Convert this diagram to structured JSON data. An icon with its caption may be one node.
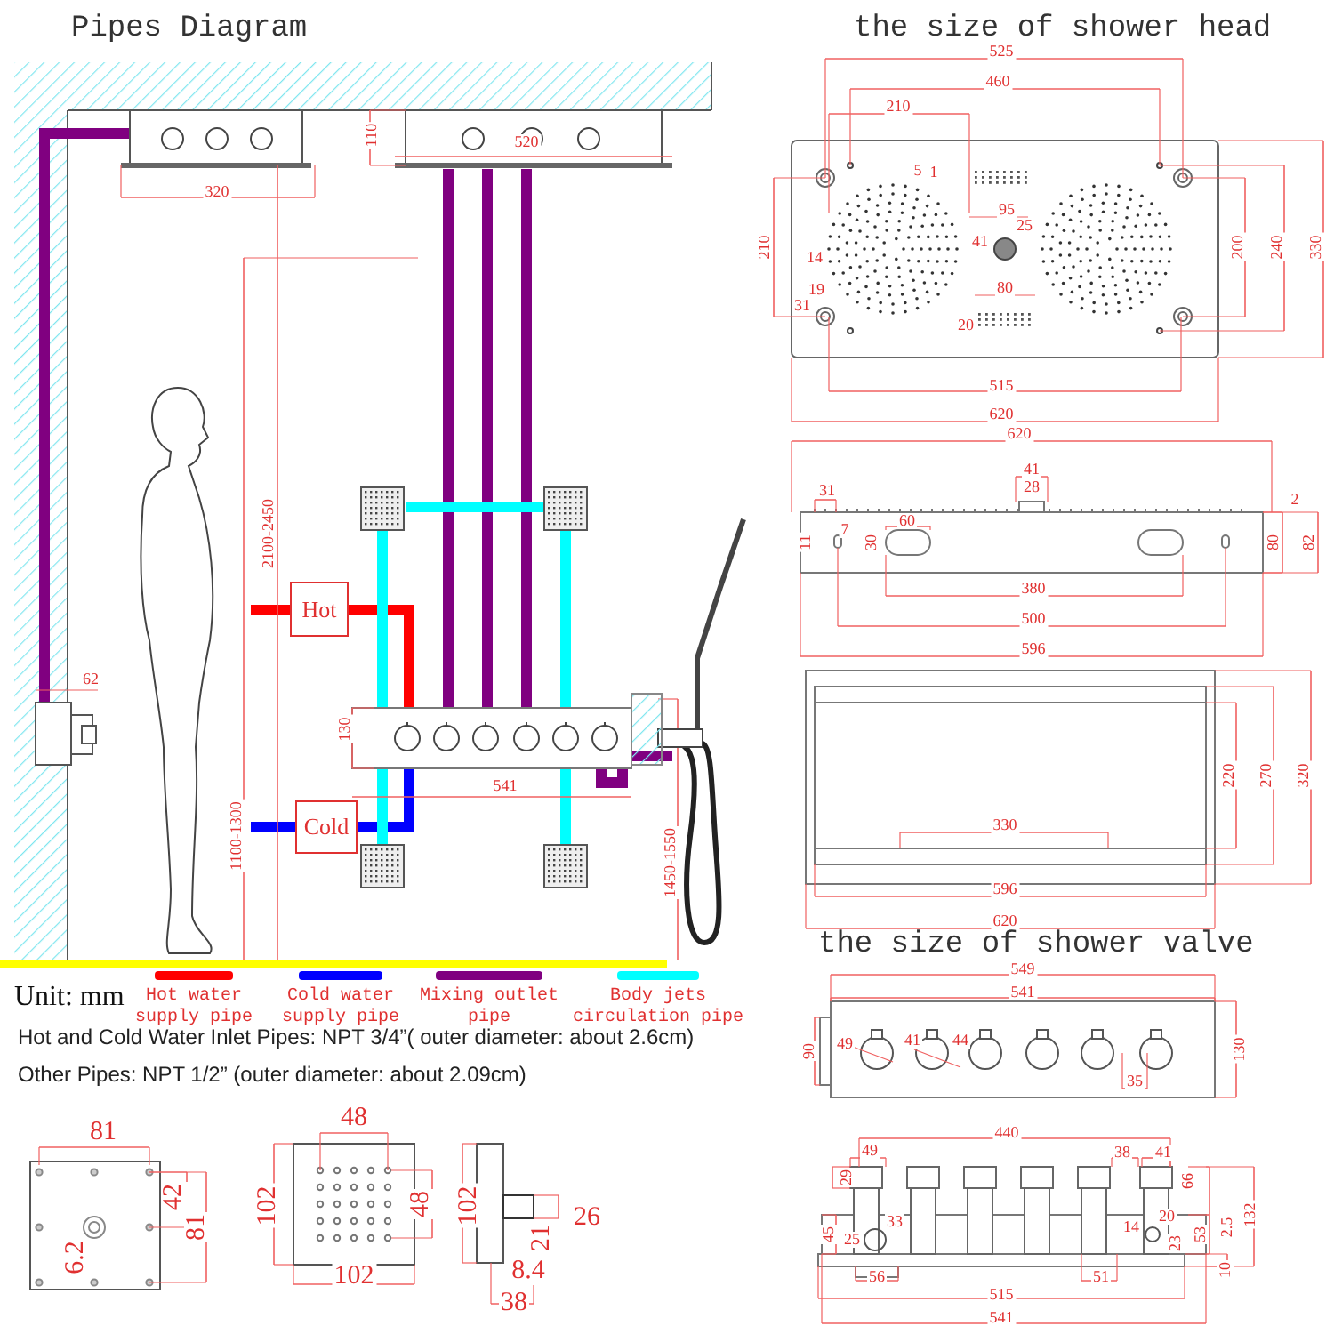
{
  "diagram": {
    "title": "Pipes Diagram",
    "nodes": [
      {
        "text": [
          "Hot"
        ]
      },
      {
        "text": [
          "Cold"
        ]
      }
    ],
    "labels": [
      "110",
      "520",
      "320",
      "2100-2450",
      "62",
      "130",
      "541",
      "1100-1300",
      "1450-1550",
      "Unit: mm",
      "Hot and Cold Water Inlet Pipes: NPT 3/4”( outer diameter: about 2.6cm)",
      "Other Pipes: NPT 1/2” (outer diameter: about 2.09cm)",
      "81",
      "42",
      "81",
      "6.2",
      "48",
      "102",
      "48",
      "102",
      "102",
      "26",
      "21",
      "8.4",
      "38",
      "the size of shower head",
      "525",
      "460",
      "210",
      "5",
      "1",
      "95",
      "25",
      "41",
      "14",
      "19",
      "31",
      "80",
      "20",
      "210",
      "200",
      "240",
      "330",
      "515",
      "620",
      "620",
      "31",
      "41",
      "28",
      "2",
      "11",
      "7",
      "60",
      "30",
      "80",
      "82",
      "380",
      "500",
      "596",
      "330",
      "220",
      "270",
      "320",
      "596",
      "620",
      "the size of shower valve",
      "549",
      "541",
      "90",
      "49",
      "41",
      "44",
      "35",
      "130",
      "440",
      "49",
      "38",
      "41",
      "29",
      "66",
      "132",
      "45",
      "25",
      "33",
      "14",
      "20",
      "23",
      "53",
      "2.5",
      "10",
      "56",
      "51",
      "515",
      "541"
    ],
    "legend": [
      {
        "text": "Hot water supply pipe",
        "color": "#ff0000"
      },
      {
        "text": "Cold water supply pipe",
        "color": "#0000ff"
      },
      {
        "text": "Mixing outlet pipe",
        "color": "#800080"
      },
      {
        "text": "Body jets circulation pipe",
        "color": "#00ffff"
      }
    ]
  }
}
